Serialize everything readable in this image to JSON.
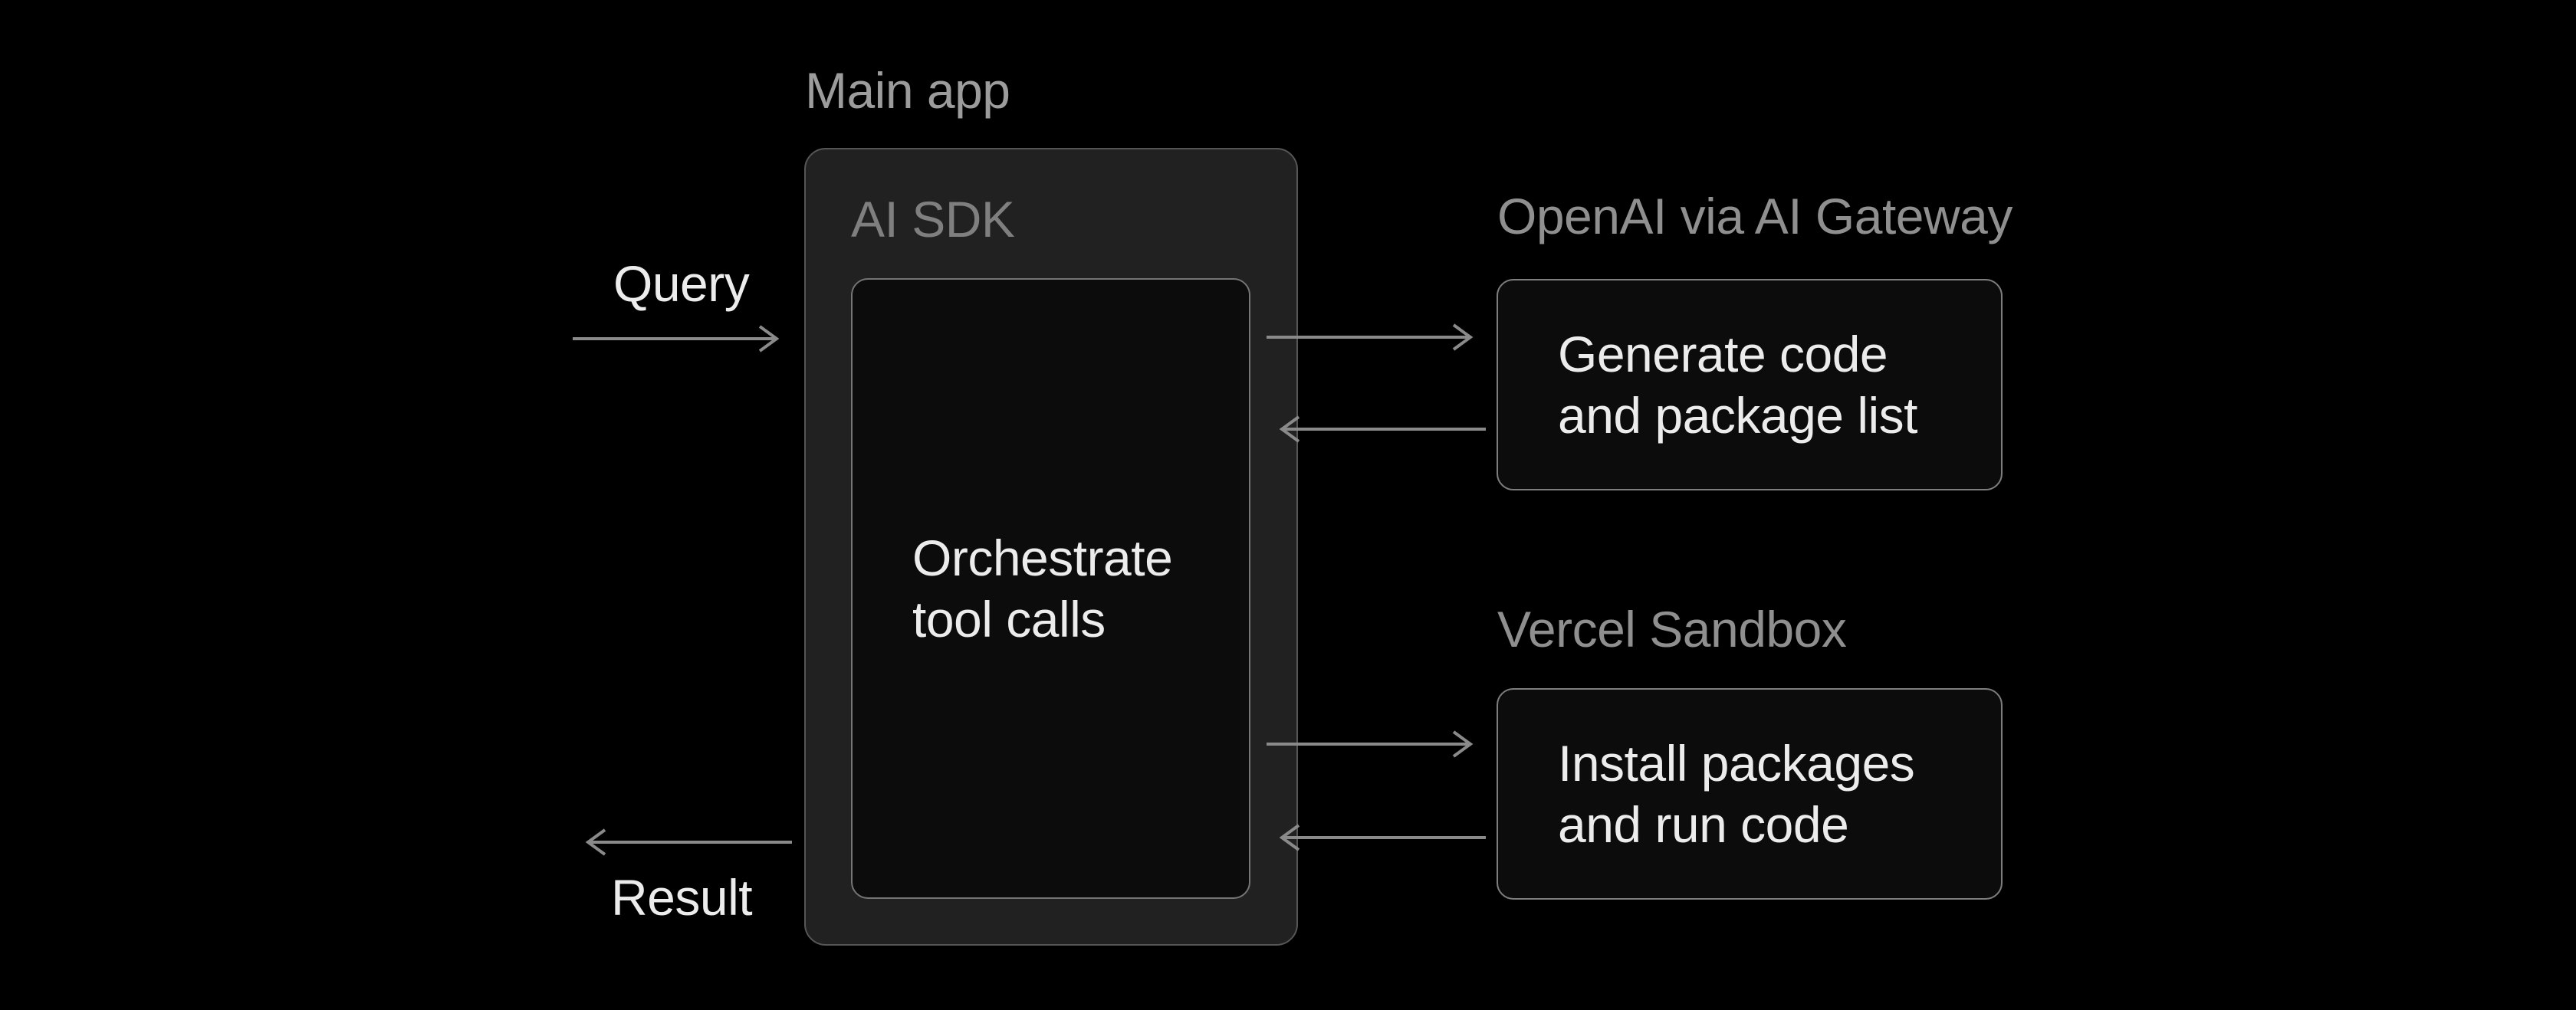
{
  "diagram": {
    "background": "#000000",
    "main_app": {
      "label": "Main app",
      "sdk_label": "AI SDK",
      "orchestrate": {
        "line1": "Orchestrate",
        "line2": "tool calls"
      }
    },
    "left_flow": {
      "query_label": "Query",
      "result_label": "Result"
    },
    "services": [
      {
        "id": "openai",
        "label": "OpenAI via AI Gateway",
        "box": {
          "line1": "Generate code",
          "line2": "and package list"
        }
      },
      {
        "id": "vercel",
        "label": "Vercel Sandbox",
        "box": {
          "line1": "Install packages",
          "line2": "and run code"
        }
      }
    ],
    "colors": {
      "background": "#000000",
      "label_main": "#9c9c9c",
      "label_sdk": "#7f7f7f",
      "label_service": "#8f8f8f",
      "text": "#ececec",
      "arrow": "#8a8a8a",
      "main_box_fill": "#212121",
      "main_box_border": "#565656",
      "inner_box_fill": "#0c0c0c",
      "inner_box_border": "#757575",
      "service_box_fill": "#0c0c0c",
      "service_box_border": "#7e7e7e"
    }
  }
}
